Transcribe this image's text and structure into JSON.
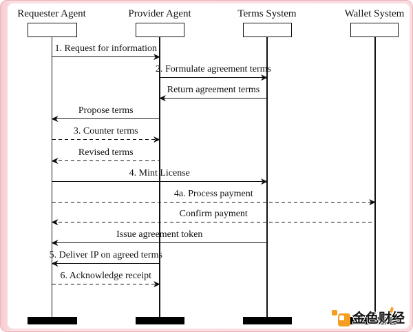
{
  "colors": {
    "frame_pink": "#fadce0",
    "frame_edge": "#edb3ba",
    "line": "#111111",
    "background": "#ffffff",
    "watermark_orange": "#f59e1f"
  },
  "actors": [
    {
      "name": "Requester Agent"
    },
    {
      "name": "Provider Agent"
    },
    {
      "name": "Terms System"
    },
    {
      "name": "Wallet System"
    }
  ],
  "messages": [
    {
      "label": "1. Request for information",
      "from": "Requester Agent",
      "to": "Provider Agent",
      "line": "solid"
    },
    {
      "label": "2. Formulate agreement terms",
      "from": "Provider Agent",
      "to": "Terms System",
      "line": "solid"
    },
    {
      "label": "Return agreement terms",
      "from": "Terms System",
      "to": "Provider Agent",
      "line": "solid"
    },
    {
      "label": "Propose terms",
      "from": "Provider Agent",
      "to": "Requester Agent",
      "line": "solid"
    },
    {
      "label": "3. Counter terms",
      "from": "Requester Agent",
      "to": "Provider Agent",
      "line": "dashed"
    },
    {
      "label": "Revised terms",
      "from": "Provider Agent",
      "to": "Requester Agent",
      "line": "dashed"
    },
    {
      "label": "4. Mint License",
      "from": "Requester Agent",
      "to": "Terms System",
      "line": "solid"
    },
    {
      "label": "4a. Process payment",
      "from": "Requester Agent",
      "to": "Wallet System",
      "line": "dashed"
    },
    {
      "label": "Confirm payment",
      "from": "Wallet System",
      "to": "Requester Agent",
      "line": "dashed"
    },
    {
      "label": "Issue agreement token",
      "from": "Terms System",
      "to": "Requester Agent",
      "line": "solid"
    },
    {
      "label": "5. Deliver IP on agreed terms",
      "from": "Provider Agent",
      "to": "Requester Agent",
      "line": "solid"
    },
    {
      "label": "6. Acknowledge receipt",
      "from": "Requester Agent",
      "to": "Provider Agent",
      "line": "dashed"
    }
  ],
  "watermark": {
    "text": "金色财经",
    "logo": "jinse-finance-logo"
  }
}
